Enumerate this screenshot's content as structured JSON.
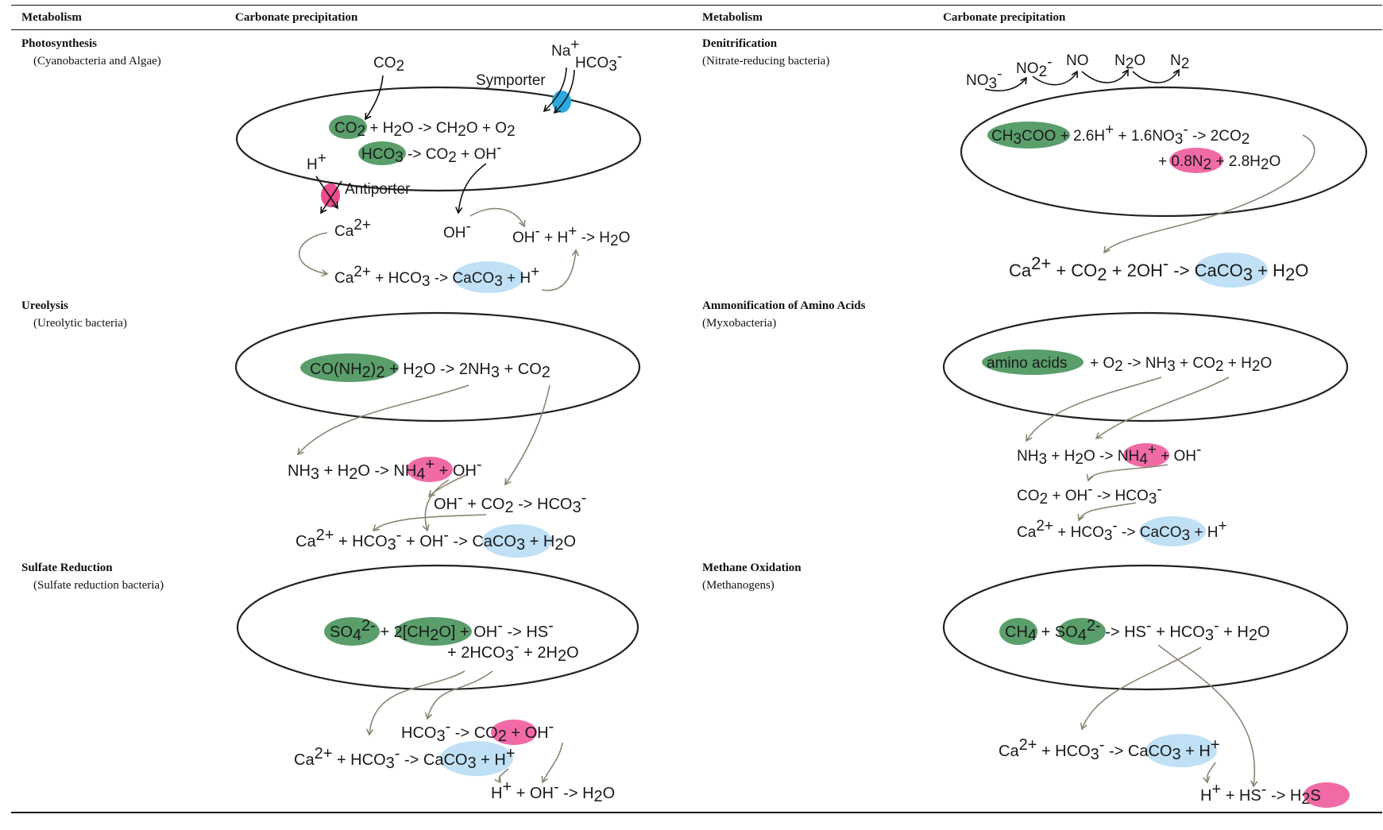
{
  "colors": {
    "substrate": "#5a9e6b",
    "gas_product": "#f06aa5",
    "carbonate": "#bfe0f5",
    "symporter": "#2aa8de",
    "antiporter": "#ea4c8e",
    "arrow": "#8b8573",
    "cell_outline": "#222222"
  },
  "table": {
    "headers": {
      "col1": "Metabolism",
      "col2": "Carbonate precipitation",
      "col3": "Metabolism",
      "col4": "Carbonate precipitation"
    },
    "rows": [
      {
        "left": {
          "name": "Photosynthesis",
          "organism": "(Cyanobacteria and Algae)"
        },
        "right": {
          "name": "Denitrification",
          "organism": "(Nitrate-reducing bacteria)"
        }
      },
      {
        "left": {
          "name": "Ureolysis",
          "organism": "(Ureolytic bacteria)"
        },
        "right": {
          "name": "Ammonification of Amino Acids",
          "organism": "(Myxobacteria)"
        }
      },
      {
        "left": {
          "name": "Sulfate Reduction",
          "organism": "(Sulfate reduction bacteria)"
        },
        "right": {
          "name": "Methane Oxidation",
          "organism": "(Methanogens)"
        }
      }
    ]
  },
  "labels": {
    "symporter": "Symporter",
    "antiporter": "Antiporter",
    "amino_acids": "amino acids"
  }
}
